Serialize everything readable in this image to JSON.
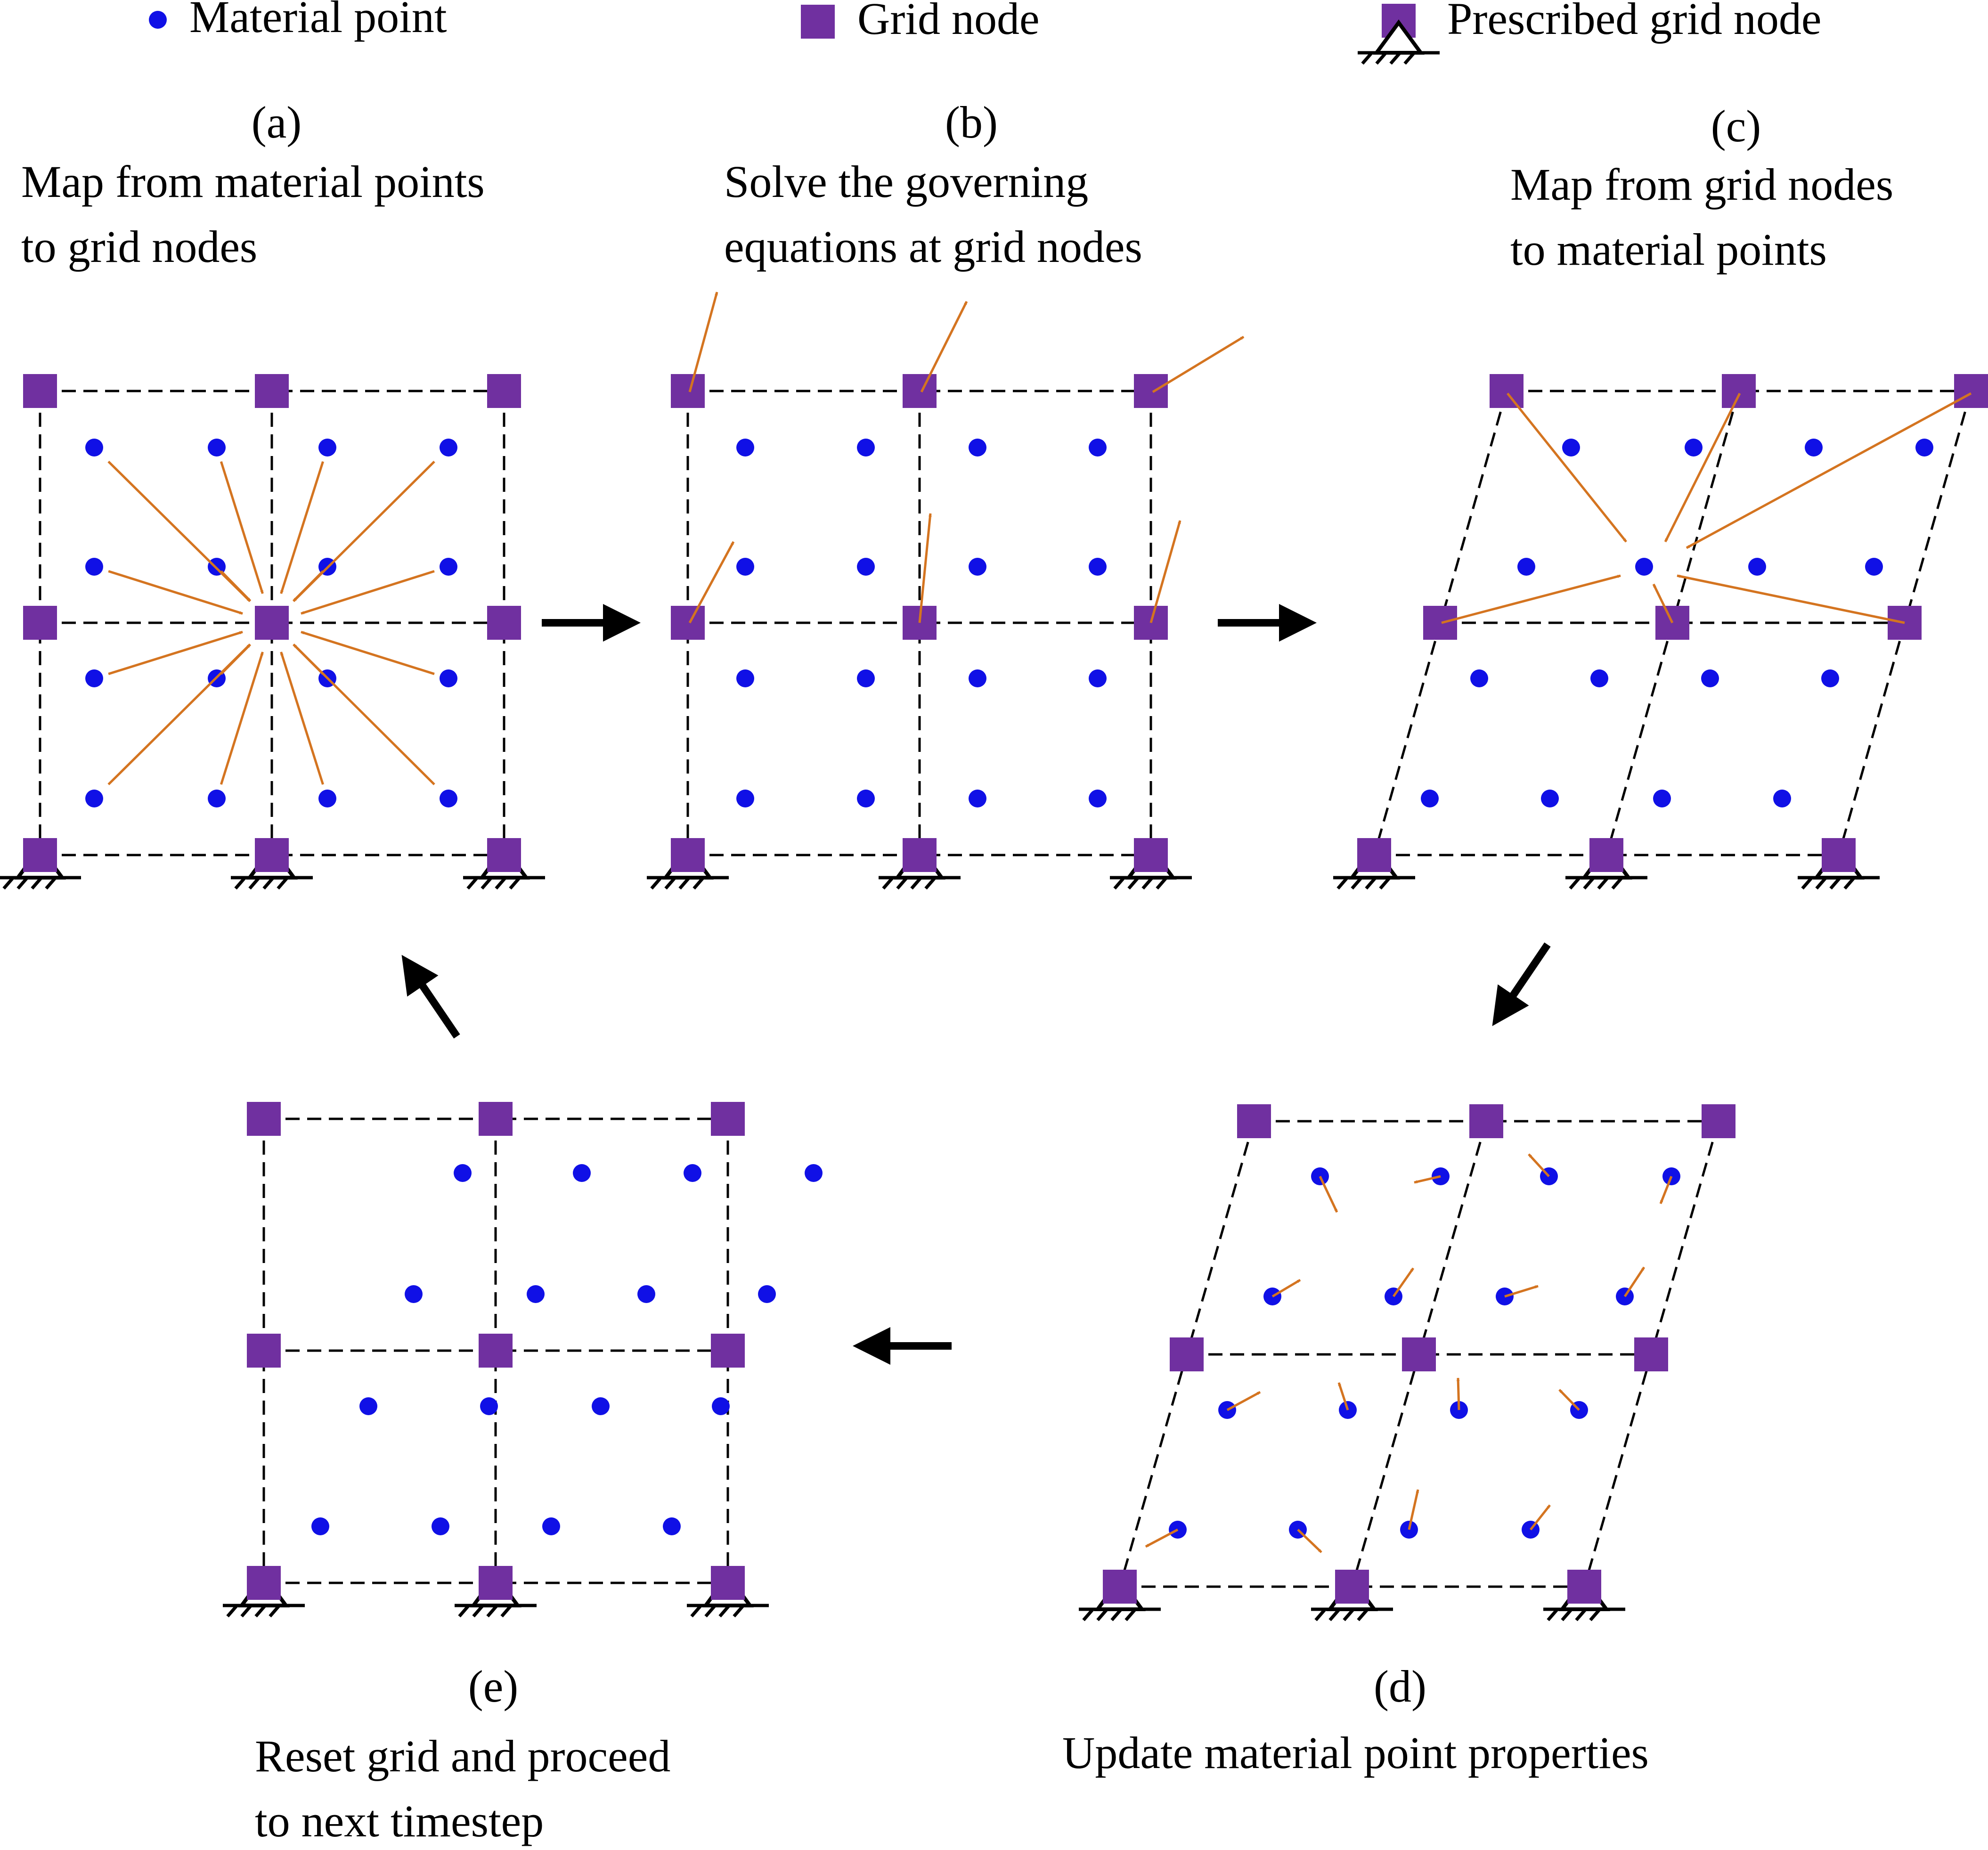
{
  "legend": {
    "material_point": "Material point",
    "grid_node": "Grid node",
    "prescribed_grid_node": "Prescribed grid node"
  },
  "panels": {
    "a": {
      "label": "(a)",
      "caption_lines": [
        "Map from  material points",
        "to grid nodes"
      ]
    },
    "b": {
      "label": "(b)",
      "caption_lines": [
        "Solve the governing",
        "equations at grid nodes"
      ]
    },
    "c": {
      "label": "(c)",
      "caption_lines": [
        "Map from  grid nodes",
        "to material points"
      ]
    },
    "d": {
      "label": "(d)",
      "caption_lines": [
        "Update material point properties"
      ]
    },
    "e": {
      "label": "(e)",
      "caption_lines": [
        "Reset grid and proceed",
        "to next timestep"
      ]
    }
  },
  "colors": {
    "material_point": "#1010e6",
    "grid_node": "#7030a0",
    "mapping_arrow": "#d47420",
    "flow_arrow": "#000000",
    "grid_line": "#000000"
  },
  "icons": {
    "material_point": "blue-circle",
    "grid_node": "purple-square",
    "prescribed_grid_node": "purple-square-with-pin-support",
    "flow_arrow": "black-thick-arrow",
    "mapping_arrow": "orange-thin-arrow"
  }
}
